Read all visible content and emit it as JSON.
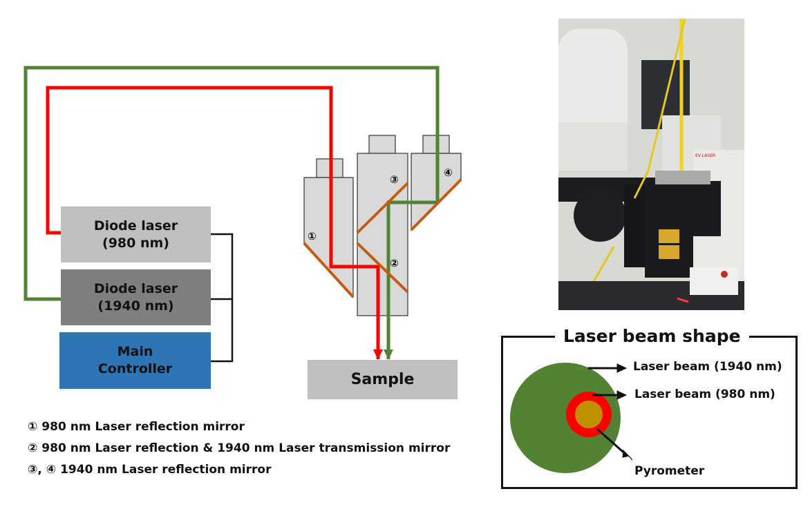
{
  "colors": {
    "laser_980": "#ff0000",
    "laser_1940": "#548235",
    "mirror": "#c55a11",
    "head_fill": "#d9d9d9",
    "diode_980_fill": "#bfbfbf",
    "diode_1940_fill": "#7f7f7f",
    "controller_fill": "#2e75b6",
    "sample_fill": "#bfbfbf",
    "pyrometer": "#bf9000",
    "wire": "#111111"
  },
  "boxes": {
    "diode_980": {
      "line1": "Diode laser",
      "line2": "(980 nm)"
    },
    "diode_1940": {
      "line1": "Diode laser",
      "line2": "(1940 nm)"
    },
    "controller": {
      "line1": "Main",
      "line2": "Controller"
    },
    "sample": {
      "label": "Sample"
    }
  },
  "mirrors": {
    "m1": "①",
    "m2": "②",
    "m3": "③",
    "m4": "④"
  },
  "legend": [
    "① 980 nm Laser reflection mirror",
    "② 980 nm Laser reflection & 1940 nm Laser transmission mirror",
    "③, ④ 1940 nm Laser reflection mirror"
  ],
  "photo": {
    "description": "Photo of laser head mounted on robot arm",
    "brand_label": "EV LASER"
  },
  "beam_shape": {
    "title": "Laser beam shape",
    "labels": {
      "outer": "Laser beam (1940 nm)",
      "inner": "Laser beam (980 nm)",
      "center": "Pyrometer"
    }
  }
}
